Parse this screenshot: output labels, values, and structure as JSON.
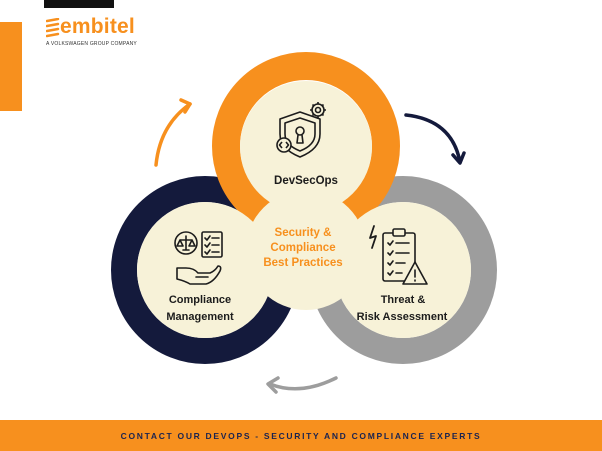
{
  "brand": {
    "name": "embitel",
    "tagline": "A VOLKSWAGEN GROUP COMPANY"
  },
  "diagram": {
    "center_title_lines": [
      "Security &",
      "Compliance",
      "Best Practices"
    ],
    "nodes": [
      {
        "id": "devsecops",
        "label_lines": [
          "DevSecOps"
        ],
        "icon": "shield-gear-code-icon"
      },
      {
        "id": "compliance",
        "label_lines": [
          "Compliance",
          "Management"
        ],
        "icon": "scale-checklist-hand-icon"
      },
      {
        "id": "threat",
        "label_lines": [
          "Threat &",
          "Risk Assessment"
        ],
        "icon": "clipboard-warning-icon"
      }
    ]
  },
  "colors": {
    "orange": "#f7901e",
    "navy": "#141a3c",
    "gray": "#9d9d9d",
    "cream": "#f7f2d8"
  },
  "footer": {
    "cta": "CONTACT OUR DEVOPS - SECURITY AND COMPLIANCE EXPERTS"
  }
}
